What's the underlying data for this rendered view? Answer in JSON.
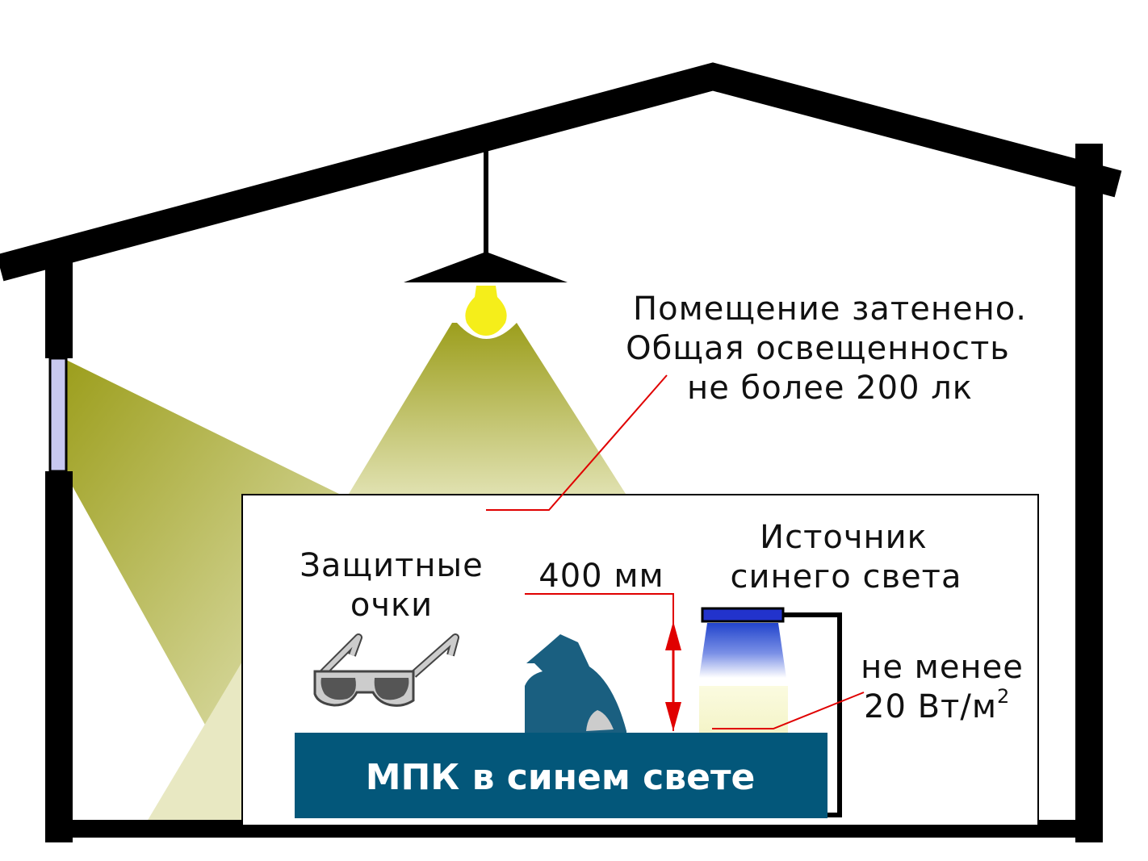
{
  "labels": {
    "room_line1": "Помещение затенено.",
    "room_line2": "Общая освещенность",
    "room_line3": "не более 200 лк",
    "goggles_line1": "Защитные",
    "goggles_line2": "очки",
    "distance": "400 мм",
    "source_line1": "Источник",
    "source_line2": "синего света",
    "intensity_line1": "не менее",
    "intensity_line2": "20 Вт/м",
    "intensity_sup": "2",
    "desk": "МПК в синем свете"
  },
  "colors": {
    "structure": "#000000",
    "window_glass": "#c8c8f0",
    "light_beam_dark": "#9c9e1c",
    "light_beam_light": "#e8e8c0",
    "bulb": "#f5ee1a",
    "leader_lines": "#e00000",
    "desk": "#03577a",
    "operator": "#1a5f80",
    "goggles_frame": "#cccccc",
    "goggles_lens": "#555555",
    "blue_lamp": "#2a4ad6"
  },
  "icons": {
    "lamp": "pendant-lamp-icon",
    "goggles": "safety-goggles-icon",
    "person": "operator-silhouette-icon",
    "blue_source": "blue-light-source-icon"
  }
}
